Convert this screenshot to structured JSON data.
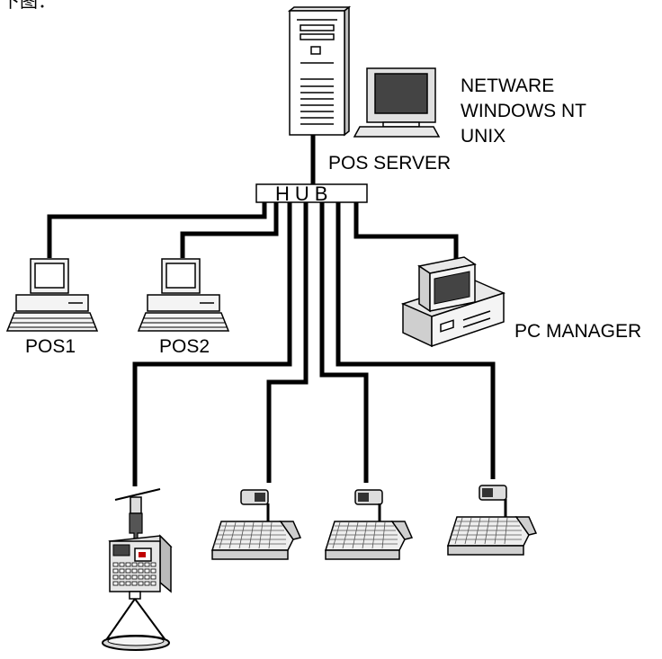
{
  "diagram": {
    "heading_fragment": "下图：",
    "server": {
      "os_labels": [
        "NETWARE",
        "WINDOWS NT",
        "UNIX"
      ],
      "label": "POS SERVER"
    },
    "hub": {
      "label": "HUB"
    },
    "pos1": {
      "label": "POS1"
    },
    "pos2": {
      "label": "POS2"
    },
    "pc_manager": {
      "label": "PC MANAGER"
    }
  }
}
